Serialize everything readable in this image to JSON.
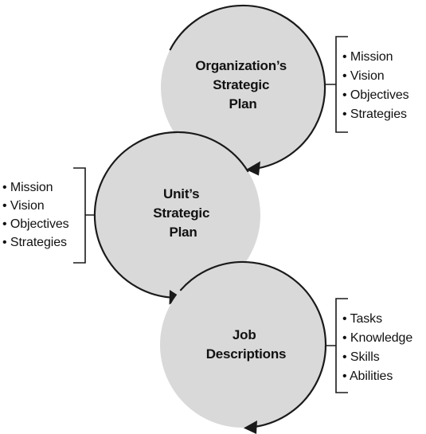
{
  "circles": [
    {
      "title_lines": [
        "Organization’s",
        "Strategic",
        "Plan"
      ],
      "items": [
        "Mission",
        "Vision",
        "Objectives",
        "Strategies"
      ]
    },
    {
      "title_lines": [
        "Unit’s",
        "Strategic",
        "Plan"
      ],
      "items": [
        "Mission",
        "Vision",
        "Objectives",
        "Strategies"
      ]
    },
    {
      "title_lines": [
        "Job",
        "Descriptions"
      ],
      "items": [
        "Tasks",
        "Knowledge",
        "Skills",
        "Abilities"
      ]
    }
  ],
  "bullet": "•",
  "colors": {
    "circle_fill": "#d9d9d9",
    "stroke": "#1a1a1a",
    "text": "#111111"
  }
}
